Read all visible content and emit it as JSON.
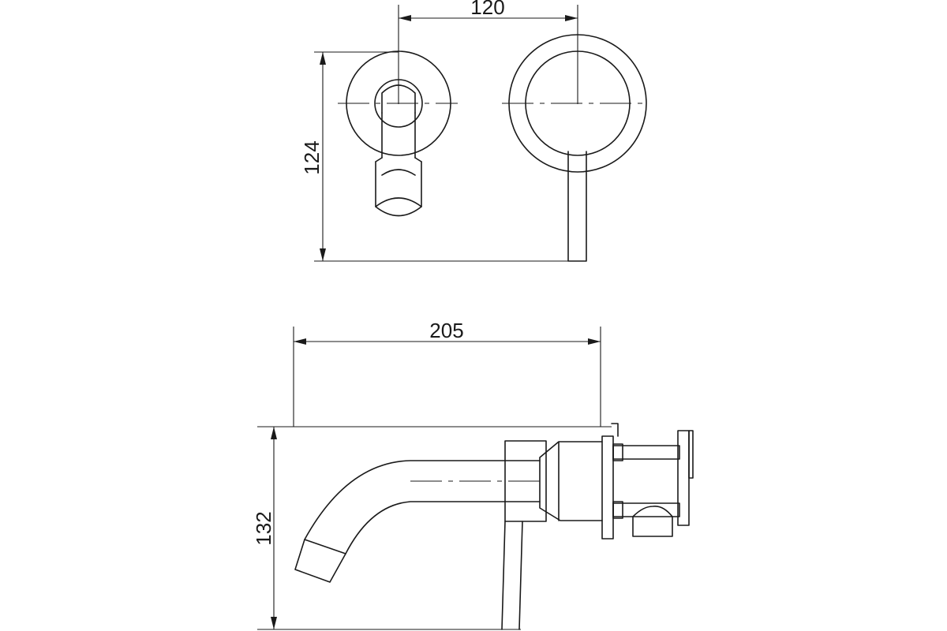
{
  "dimensions": {
    "front_width": "120",
    "front_height": "124",
    "side_length": "205",
    "side_height": "132"
  },
  "colors": {
    "line": "#1a1a1a",
    "background": "#ffffff"
  }
}
